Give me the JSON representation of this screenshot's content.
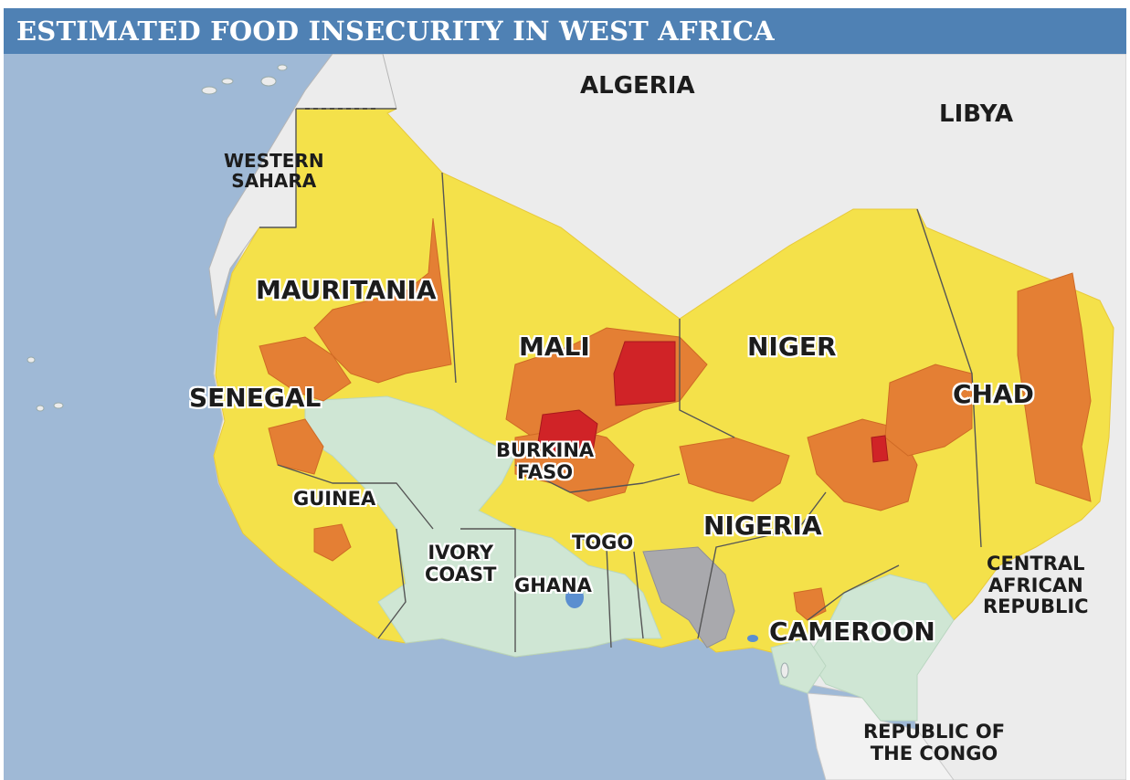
{
  "title": "ESTIMATED FOOD INSECURITY IN WEST AFRICA",
  "map": {
    "legend_colors": {
      "minimal": "#cfe6d4",
      "stressed": "#f4e14a",
      "crisis": "#e47f34",
      "emergency": "#d02327",
      "no_data": "#a9a9ad",
      "ocean": "#9fb9d6",
      "land_outside": "#ececec"
    },
    "labels": {
      "algeria": [
        "ALGERIA"
      ],
      "libya": [
        "LIBYA"
      ],
      "western_sahara": [
        "WESTERN",
        "SAHARA"
      ],
      "mauritania": [
        "MAURITANIA"
      ],
      "mali": [
        "MALI"
      ],
      "niger": [
        "NIGER"
      ],
      "chad": [
        "CHAD"
      ],
      "senegal": [
        "SENEGAL"
      ],
      "burkina_faso": [
        "BURKINA",
        "FASO"
      ],
      "guinea": [
        "GUINEA"
      ],
      "nigeria": [
        "NIGERIA"
      ],
      "togo": [
        "TOGO"
      ],
      "ivory_coast": [
        "IVORY",
        "COAST"
      ],
      "ghana": [
        "GHANA"
      ],
      "central_african_republic": [
        "CENTRAL",
        "AFRICAN",
        "REPUBLIC"
      ],
      "cameroon": [
        "CAMEROON"
      ],
      "republic_of_the_congo": [
        "REPUBLIC OF",
        "THE CONGO"
      ]
    }
  }
}
